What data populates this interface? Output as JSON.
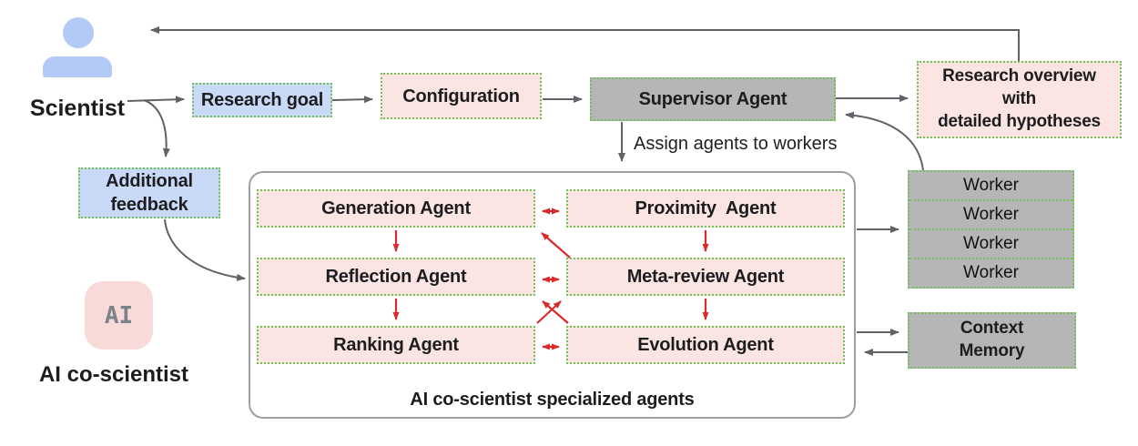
{
  "scientist": {
    "label": "Scientist"
  },
  "ai": {
    "icon_text": "AI",
    "label": "AI co-scientist"
  },
  "boxes": {
    "research_goal": "Research goal",
    "configuration": "Configuration",
    "supervisor": "Supervisor Agent",
    "research_overview": "Research overview\nwith\ndetailed hypotheses",
    "additional_feedback": "Additional\nfeedback",
    "context_memory": "Context\nMemory",
    "workers": [
      "Worker",
      "Worker",
      "Worker",
      "Worker"
    ]
  },
  "agents": {
    "generation": "Generation Agent",
    "proximity": "Proximity  Agent",
    "reflection": "Reflection Agent",
    "meta_review": "Meta-review Agent",
    "ranking": "Ranking Agent",
    "evolution": "Evolution Agent",
    "caption": "AI co-scientist specialized agents"
  },
  "labels": {
    "assign": "Assign agents to workers"
  },
  "colors": {
    "blue_fill": "#c9daf8",
    "pink_fill": "#fbe5e2",
    "gray_fill": "#b6b6b6",
    "green_dotted_border": "#72c053",
    "gray_arrow": "#5f6368",
    "red_arrow": "#d92b2b",
    "person_blue": "#b4caf6",
    "ai_chip_pink": "#f8dbd9",
    "ai_chip_text": "#7d838a"
  }
}
